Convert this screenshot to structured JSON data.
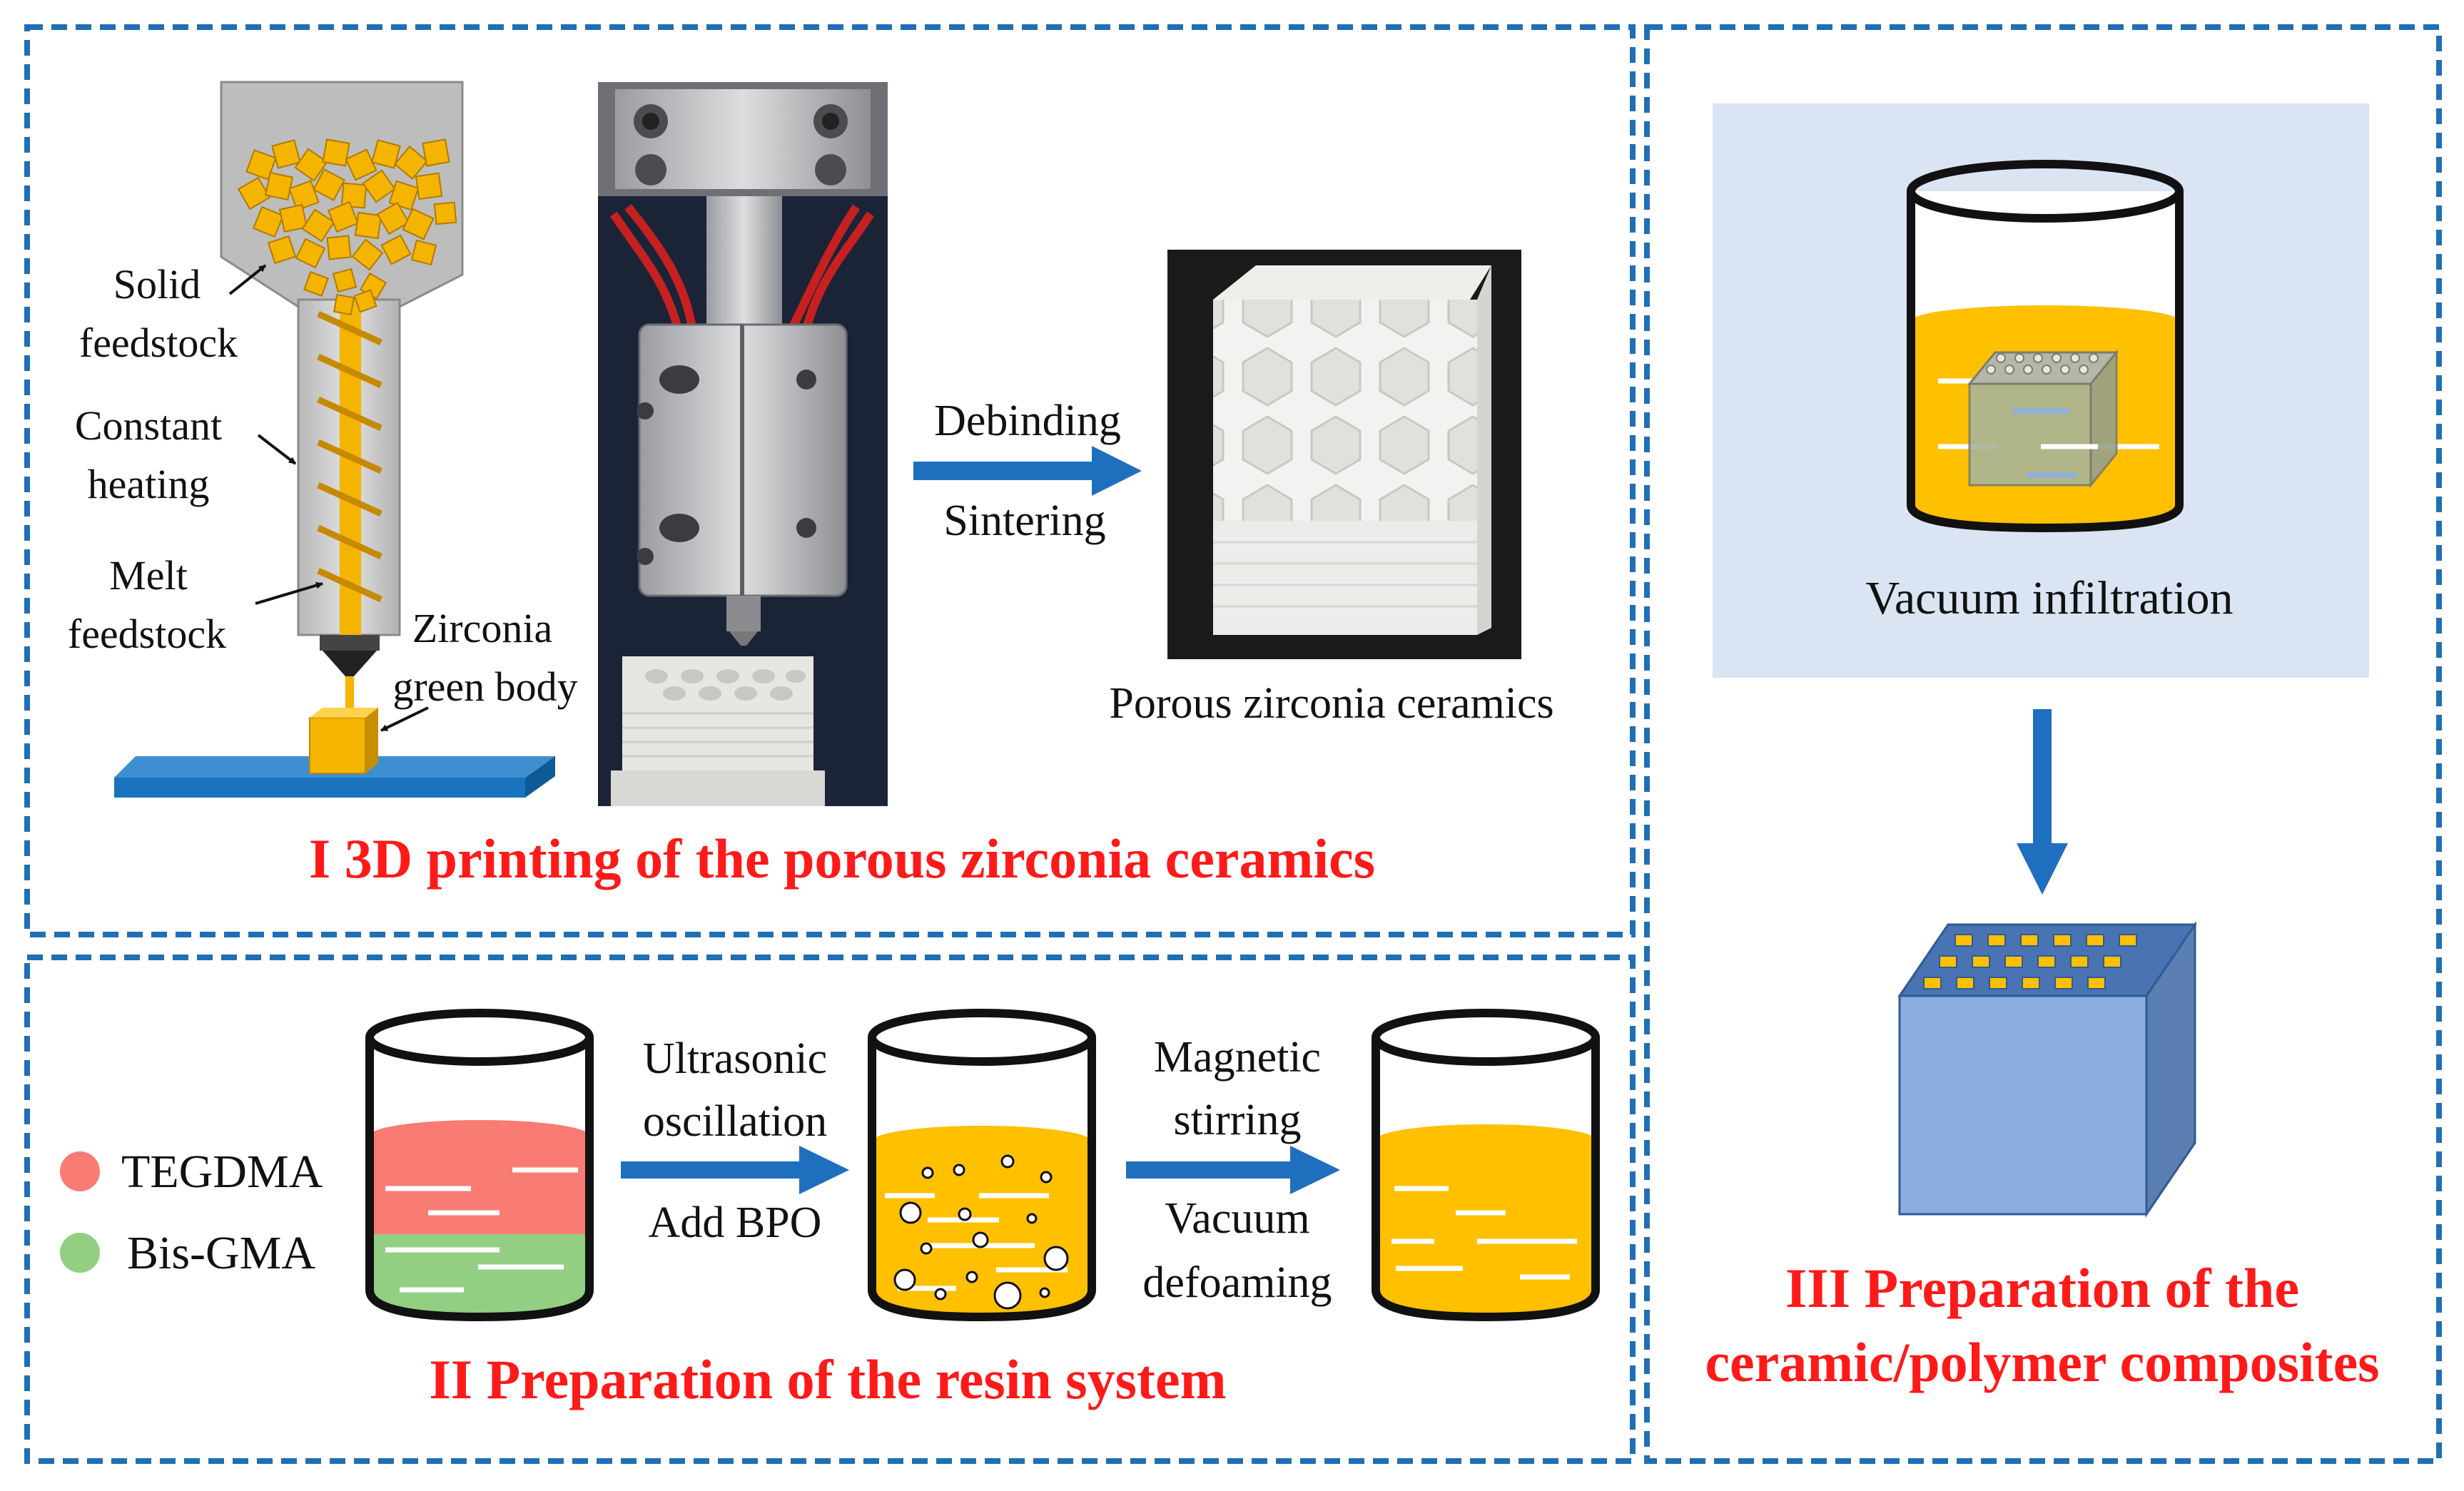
{
  "colors": {
    "panel_border": "#1f6fb5",
    "title_red": "#ff1a1a",
    "arrow_blue": "#1f6fbf",
    "resin_yellow": "#ffc000",
    "feed_yellow": "#f5b400",
    "tegdma_red": "#f87c74",
    "bisgma_green": "#92cf82",
    "vac_bg": "#dae4f3",
    "cube_front": "#8aaee0",
    "cube_side": "#5b7fb2",
    "cube_top": "#4a73b3",
    "platform_blue": "#1a73bd"
  },
  "panel1": {
    "labels": {
      "solid_1": "Solid",
      "solid_2": "feedstock",
      "heating_1": "Constant",
      "heating_2": "heating",
      "melt_1": "Melt",
      "melt_2": "feedstock",
      "green_1": "Zirconia",
      "green_2": "green body",
      "step_top": "Debinding",
      "step_bottom": "Sintering",
      "product": "Porous zirconia ceramics"
    },
    "title": "I  3D printing of the porous zirconia ceramics"
  },
  "panel2": {
    "legend": [
      {
        "label": "TEGDMA",
        "color": "#f87c74"
      },
      {
        "label": "Bis-GMA",
        "color": "#92cf82"
      }
    ],
    "step1_top_1": "Ultrasonic",
    "step1_top_2": "oscillation",
    "step1_bottom": "Add BPO",
    "step2_top_1": "Magnetic",
    "step2_top_2": "stirring",
    "step2_bottom_1": "Vacuum",
    "step2_bottom_2": "defoaming",
    "title": "II  Preparation of the resin system"
  },
  "panel3": {
    "vacuum_label": "Vacuum infiltration",
    "title_1": "III  Preparation of the",
    "title_2": "ceramic/polymer composites"
  }
}
